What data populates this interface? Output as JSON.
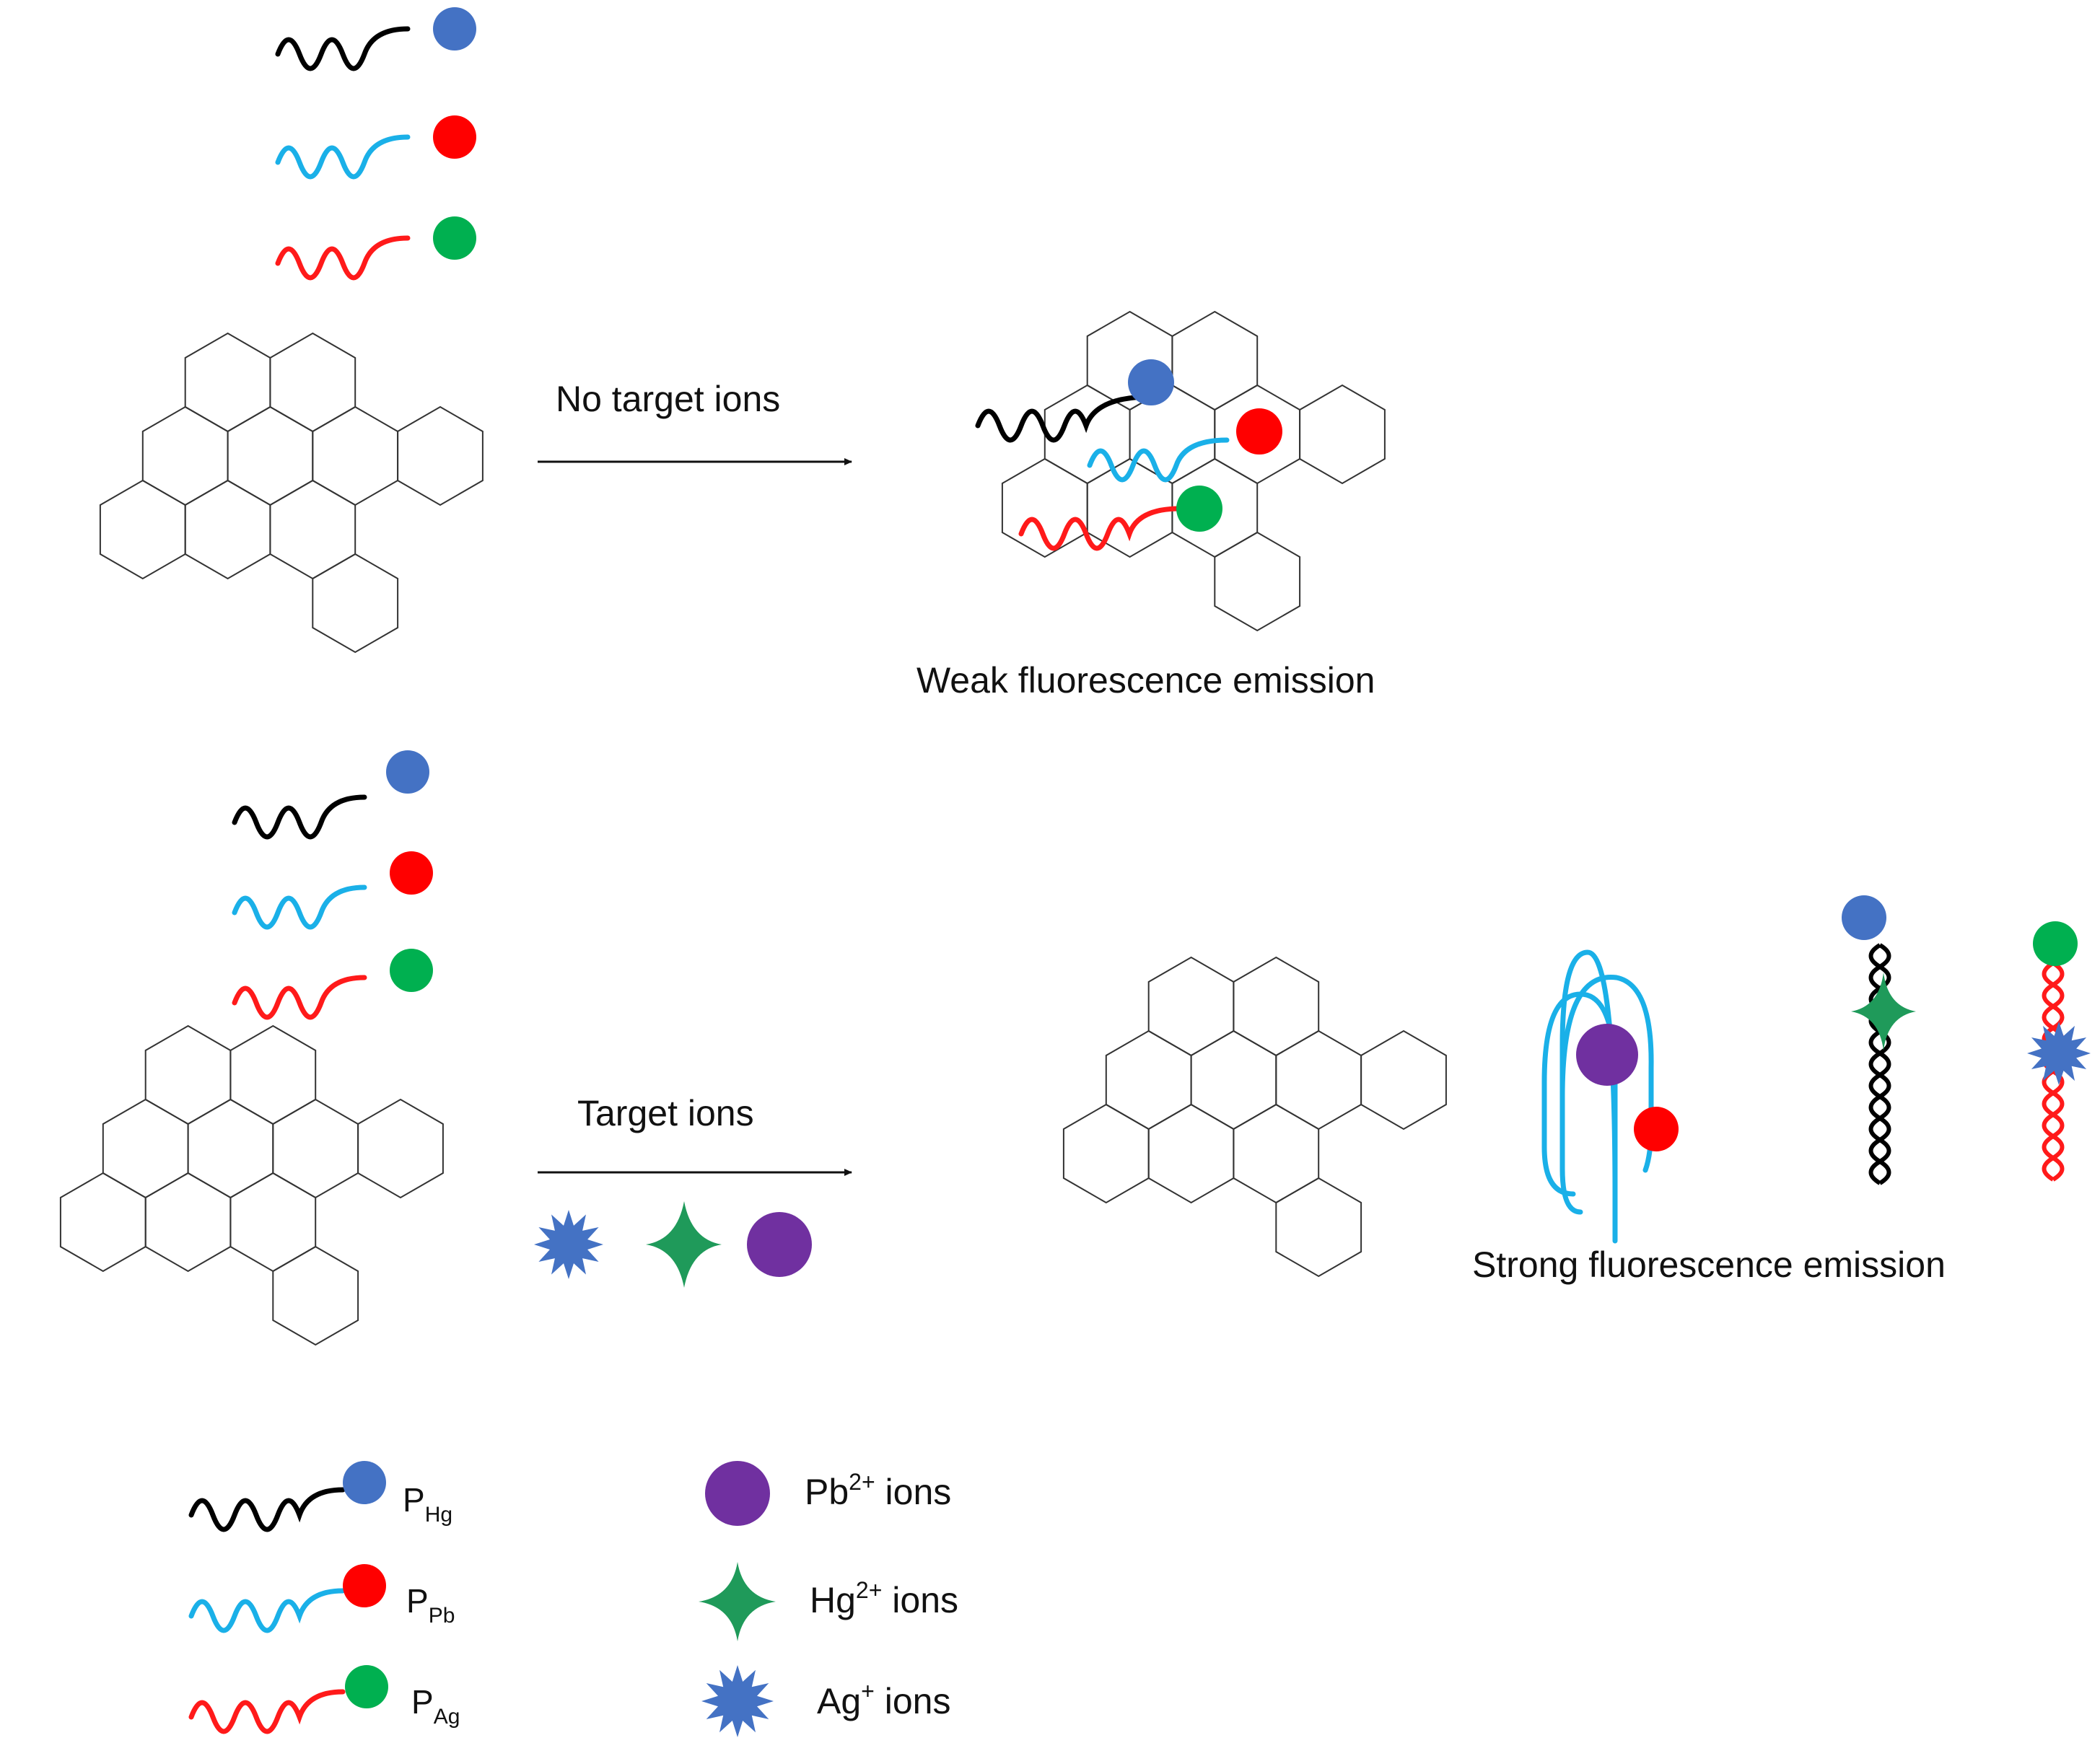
{
  "colors": {
    "probe_hg_strand": "#000000",
    "probe_pb_strand": "#1ab0e8",
    "probe_ag_strand": "#ff1a1a",
    "dye_blue": "#4472c4",
    "dye_red": "#ff0000",
    "dye_green": "#00b050",
    "pb_ion": "#7030a0",
    "hg_ion": "#1f9a5a",
    "ag_ion": "#4472c4",
    "graphene_stroke": "#333333",
    "arrow": "#111111"
  },
  "top_panel": {
    "arrow_label": "No target ions",
    "result_label": "Weak fluorescence emission"
  },
  "bottom_panel": {
    "arrow_label": "Target ions",
    "result_label": "Strong fluorescence emission"
  },
  "legend": {
    "probes": [
      {
        "name": "P",
        "sub": "Hg",
        "icon": "black-strand-blue-dye"
      },
      {
        "name": "P",
        "sub": "Pb",
        "icon": "blue-strand-red-dye"
      },
      {
        "name": "P",
        "sub": "Ag",
        "icon": "red-strand-green-dye"
      }
    ],
    "ions": [
      {
        "symbol": "Pb",
        "charge": "2+",
        "suffix": " ions",
        "icon": "purple-circle"
      },
      {
        "symbol": "Hg",
        "charge": "2+",
        "suffix": " ions",
        "icon": "green-four-point-star"
      },
      {
        "symbol": "Ag",
        "charge": "+",
        "suffix": " ions",
        "icon": "blue-burst-star"
      }
    ]
  }
}
